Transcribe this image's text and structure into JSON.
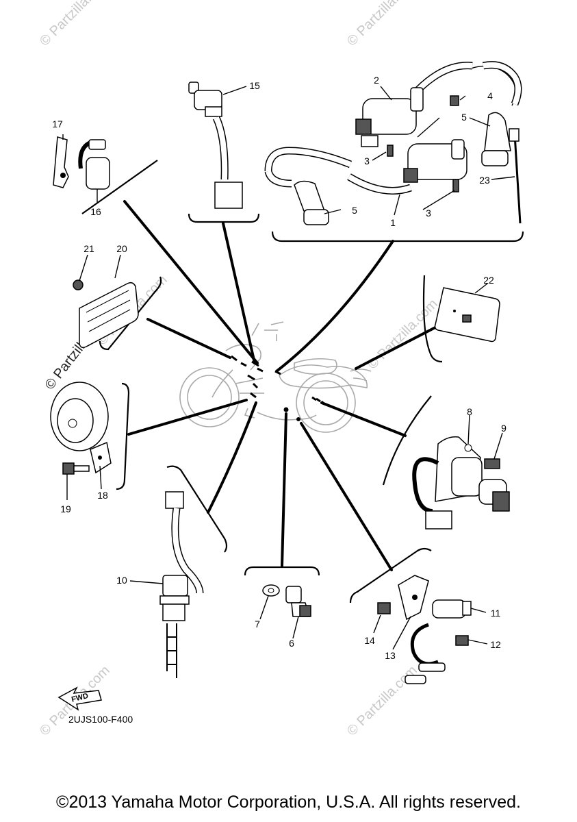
{
  "watermark": {
    "text": "© Partzilla.com"
  },
  "diagram_code": "2UJS100-F400",
  "fwd_label": "FWD",
  "callouts": [
    {
      "id": "1",
      "label": "1"
    },
    {
      "id": "2",
      "label": "2"
    },
    {
      "id": "3a",
      "label": "3"
    },
    {
      "id": "3b",
      "label": "3"
    },
    {
      "id": "4",
      "label": "4"
    },
    {
      "id": "5a",
      "label": "5"
    },
    {
      "id": "5b",
      "label": "5"
    },
    {
      "id": "6",
      "label": "6"
    },
    {
      "id": "7",
      "label": "7"
    },
    {
      "id": "8",
      "label": "8"
    },
    {
      "id": "9",
      "label": "9"
    },
    {
      "id": "10",
      "label": "10"
    },
    {
      "id": "11",
      "label": "11"
    },
    {
      "id": "12",
      "label": "12"
    },
    {
      "id": "13",
      "label": "13"
    },
    {
      "id": "14",
      "label": "14"
    },
    {
      "id": "15",
      "label": "15"
    },
    {
      "id": "16",
      "label": "16"
    },
    {
      "id": "17",
      "label": "17"
    },
    {
      "id": "18",
      "label": "18"
    },
    {
      "id": "19",
      "label": "19"
    },
    {
      "id": "20",
      "label": "20"
    },
    {
      "id": "21",
      "label": "21"
    },
    {
      "id": "22",
      "label": "22"
    },
    {
      "id": "23",
      "label": "23"
    }
  ],
  "copyright": "©2013 Yamaha Motor Corporation, U.S.A. All rights reserved."
}
